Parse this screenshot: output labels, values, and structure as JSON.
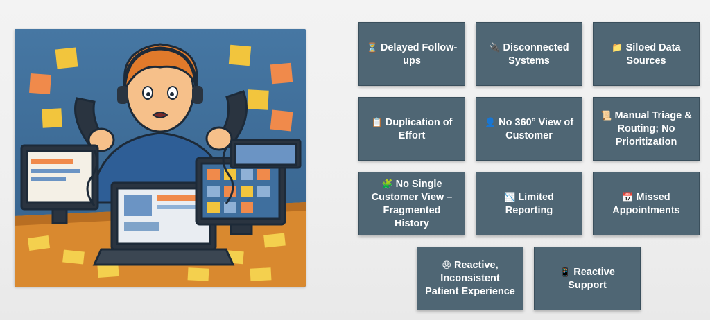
{
  "tiles": [
    {
      "icon": "hourglass-icon",
      "glyph": "⏳",
      "label": "Delayed Follow-ups"
    },
    {
      "icon": "unplugged-cable-icon",
      "glyph": "🔌",
      "label": "Disconnected Systems"
    },
    {
      "icon": "folder-icon",
      "glyph": "📁",
      "label": "Siloed Data Sources"
    },
    {
      "icon": "clipboard-icon",
      "glyph": "📋",
      "label": "Duplication of Effort"
    },
    {
      "icon": "person-icon",
      "glyph": "👤",
      "label": "No 360° View of Customer"
    },
    {
      "icon": "scroll-icon",
      "glyph": "📜",
      "label": "Manual Triage & Routing; No Prioritization"
    },
    {
      "icon": "puzzle-icon",
      "glyph": "🧩",
      "label": "No Single Customer View – Fragmented History"
    },
    {
      "icon": "chart-icon",
      "glyph": "📉",
      "label": "Limited Reporting"
    },
    {
      "icon": "calendar-icon",
      "glyph": "📅",
      "label": "Missed Appointments"
    },
    {
      "icon": "worried-face-icon",
      "glyph": "😟",
      "label": "Reactive, Inconsistent Patient Experience"
    },
    {
      "icon": "phone-icon",
      "glyph": "📱",
      "label": "Reactive Support"
    }
  ]
}
